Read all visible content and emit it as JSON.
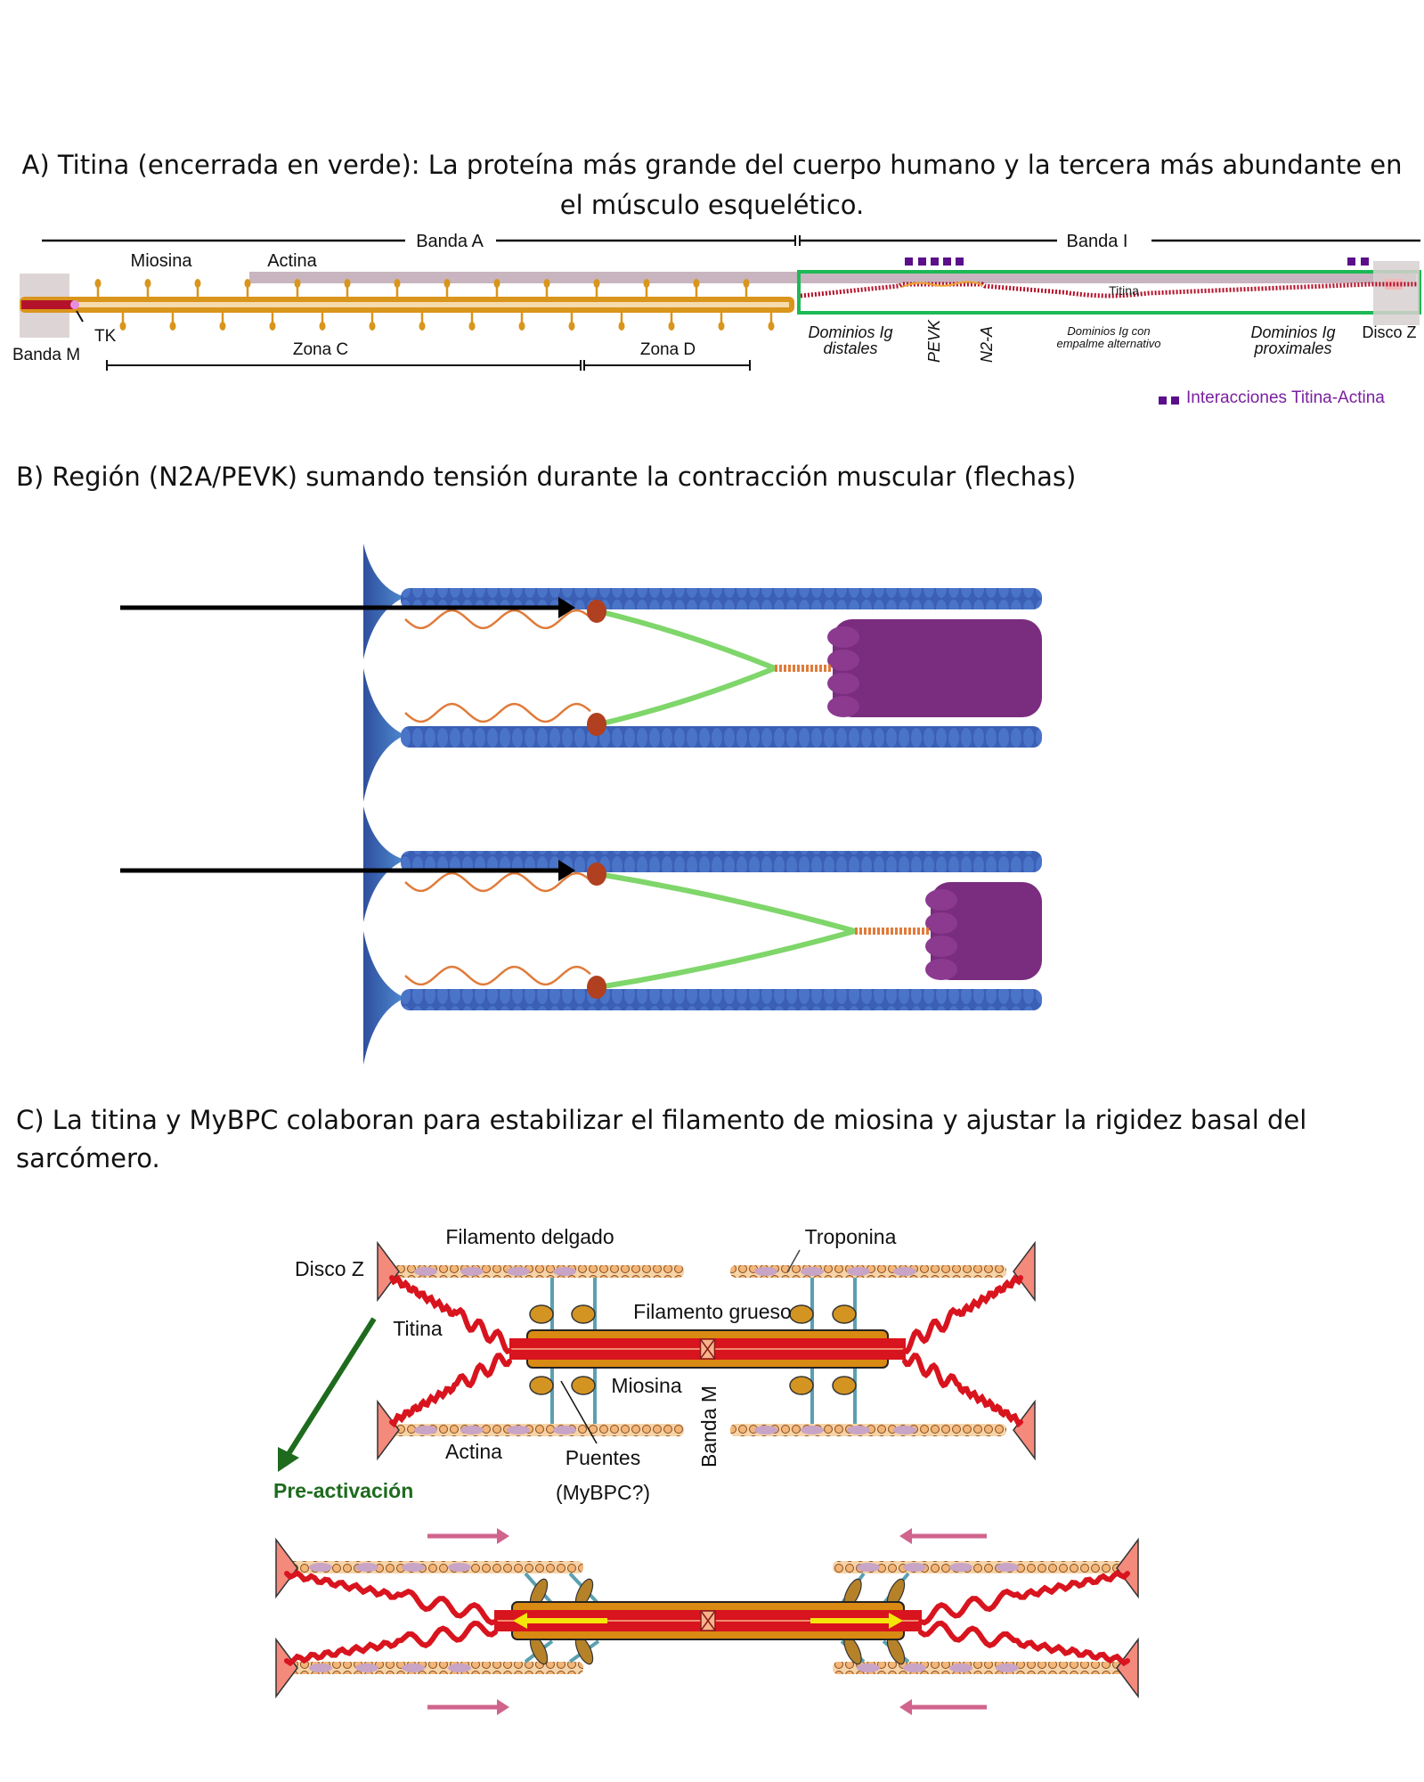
{
  "panel_a": {
    "title_line1": "A) Titina (encerrada en verde): La proteína más grande del cuerpo humano y la tercera más abundante en",
    "title_line2": "el músculo esquelético.",
    "labels": {
      "banda_a": "Banda A",
      "banda_i": "Banda I",
      "miosina": "Miosina",
      "actina": "Actina",
      "titina": "Titina",
      "tk": "TK",
      "banda_m": "Banda M",
      "zona_c": "Zona C",
      "zona_d": "Zona D",
      "dominios_distales_1": "Dominios Ig",
      "dominios_distales_2": "distales",
      "pevk": "PEVK",
      "n2a": "N2-A",
      "empalme_1": "Dominios Ig con",
      "empalme_2": "empalme alternativo",
      "proximales_1": "Dominios Ig",
      "proximales_2": "proximales",
      "disco_z": "Disco Z"
    },
    "legend": "Interacciones Titina-Actina",
    "colors": {
      "highlight_box": "#1db954",
      "interaction_marker": "#5b0f8a",
      "myosin": "#d9951c",
      "actin_bar": "#c8b5bf",
      "titin": "#b3122a"
    }
  },
  "panel_b": {
    "title": "B) Región (N2A/PEVK) sumando tensión durante la contracción muscular (flechas)",
    "colors": {
      "actin": "#3b5fb5",
      "z_disc": "#3d6bb8",
      "n2a_pevk": "#e07b3a",
      "titin_spring": "#7fd66a",
      "myosin": "#7a2d7e",
      "anchor": "#b0401f"
    }
  },
  "panel_c": {
    "title_line1": "C) La titina y MyBPC colaboran para estabilizar el filamento de miosina y ajustar la rigidez basal del",
    "title_line2": "sarcómero.",
    "labels": {
      "filamento_delgado": "Filamento delgado",
      "troponina": "Troponina",
      "disco_z": "Disco Z",
      "titina": "Titina",
      "filamento_grueso": "Filamento grueso",
      "miosina": "Miosina",
      "banda_m": "Banda M",
      "actina": "Actina",
      "puentes": "Puentes",
      "mybpc": "(MyBPC?)",
      "pre_activacion": "Pre-activación"
    },
    "colors": {
      "pre_activation": "#1e6b1e",
      "thick_filament": "#d98a12",
      "titin": "#d8141e",
      "z_disc": "#f48a7c",
      "bridge": "#5aa0b0",
      "sliding_arrow": "#d0648c",
      "yellow_arrow": "#f5e60a"
    }
  }
}
